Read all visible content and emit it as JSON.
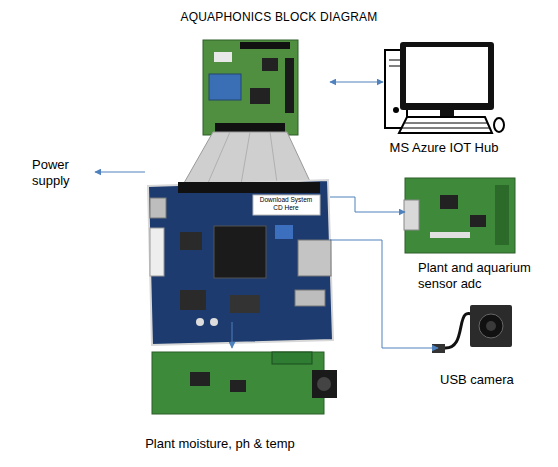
{
  "diagram": {
    "title": "AQUAPHONICS BLOCK DIAGRAM",
    "nodes": [
      {
        "text": [
          "Download System CD Here"
        ]
      },
      {
        "text": [
          "MS Azure IOT Hub"
        ]
      },
      {
        "text": [
          "Power supply"
        ]
      },
      {
        "text": [
          "Plant and aquarium sensor adc"
        ]
      },
      {
        "text": [
          "USB camera"
        ]
      },
      {
        "text": [
          "Plant moisture, ph & temp"
        ]
      }
    ],
    "edges": [
      {
        "from": 0,
        "to": 1,
        "arrow": "both"
      },
      {
        "from": 0,
        "to": 2,
        "arrow": "to"
      },
      {
        "from": 0,
        "to": 3,
        "arrow": "to"
      },
      {
        "from": 0,
        "to": 4,
        "arrow": "to"
      },
      {
        "from": 0,
        "to": 5,
        "arrow": "to"
      }
    ]
  }
}
